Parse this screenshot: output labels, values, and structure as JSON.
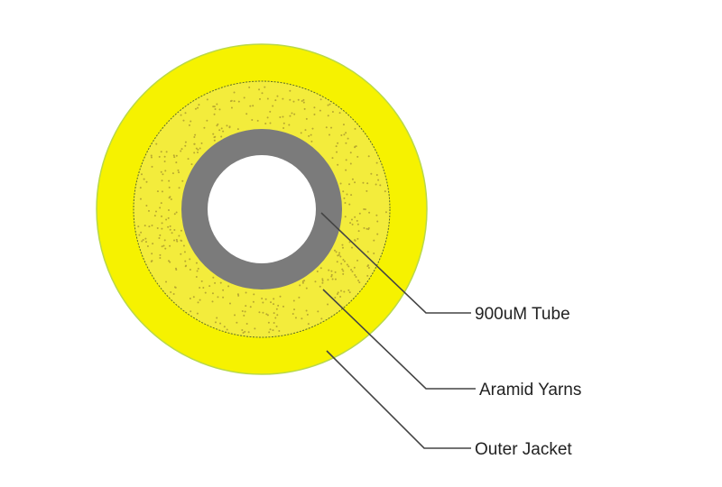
{
  "labels": {
    "tube": "900uM Tube",
    "yarns": "Aramid Yarns",
    "jacket": "Outer Jacket"
  },
  "colors": {
    "jacket": "#f6f200",
    "yarns": "#f3ec3c",
    "yarn_dots": "#b8a830",
    "tube": "#7b7b7b",
    "core": "#ffffff",
    "leader": "#444444"
  }
}
